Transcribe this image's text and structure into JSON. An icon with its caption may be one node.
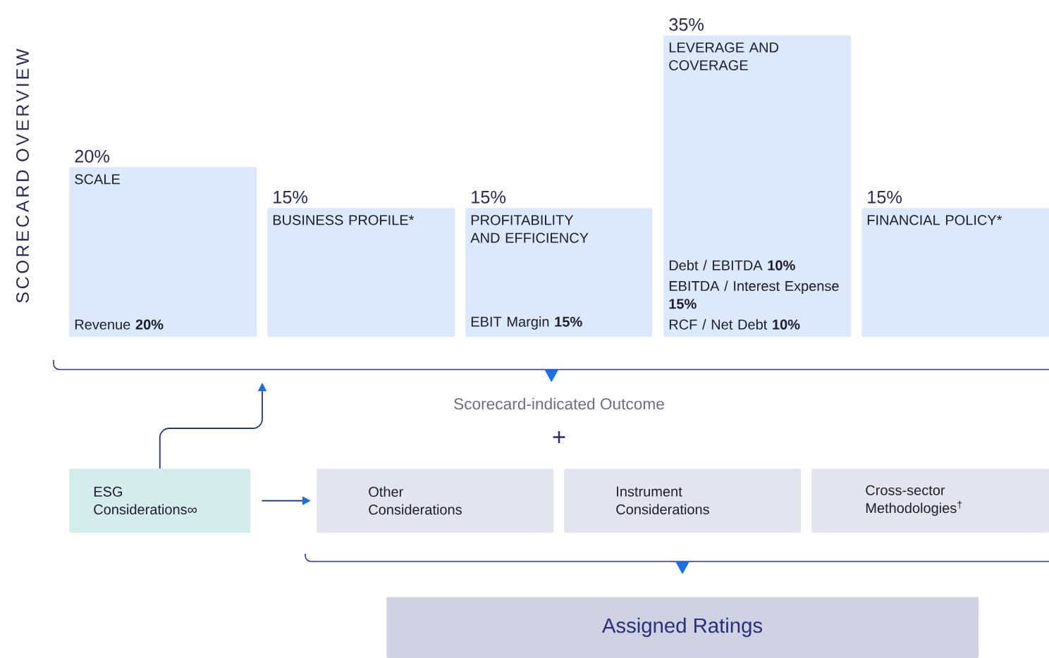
{
  "diagram": {
    "nodes": [
      {
        "text": [
          "20%",
          "SCALE",
          "Revenue **20%**"
        ]
      },
      {
        "text": [
          "15%",
          "BUSINESS PROFILE*"
        ]
      },
      {
        "text": [
          "15%",
          "PROFITABILITY AND EFFICIENCY",
          "EBIT Margin **15%**"
        ]
      },
      {
        "text": [
          "35%",
          "LEVERAGE AND COVERAGE",
          "Debt / EBITDA **10%**",
          "EBITDA / Interest Expense **15%**",
          "RCF / Net Debt **10%**"
        ]
      },
      {
        "text": [
          "15%",
          "FINANCIAL POLICY*"
        ]
      },
      {
        "text": [
          "ESG Considerations∞"
        ]
      },
      {
        "text": [
          "Other Considerations"
        ]
      },
      {
        "text": [
          "Instrument Considerations"
        ]
      },
      {
        "text": [
          "Cross-sector Methodologies$^{†}$"
        ]
      },
      {
        "text": [
          "Assigned Ratings"
        ]
      },
      {
        "text": [],
        "shape": "bracket"
      }
    ],
    "edges": [
      {
        "from": 5,
        "to": 10,
        "arrow": "to"
      },
      {
        "from": 5,
        "to": 6,
        "arrow": "to"
      }
    ],
    "labels": [
      "SCORECARD OVERVIEW",
      "Scorecard-indicated Outcome",
      "+"
    ]
  }
}
